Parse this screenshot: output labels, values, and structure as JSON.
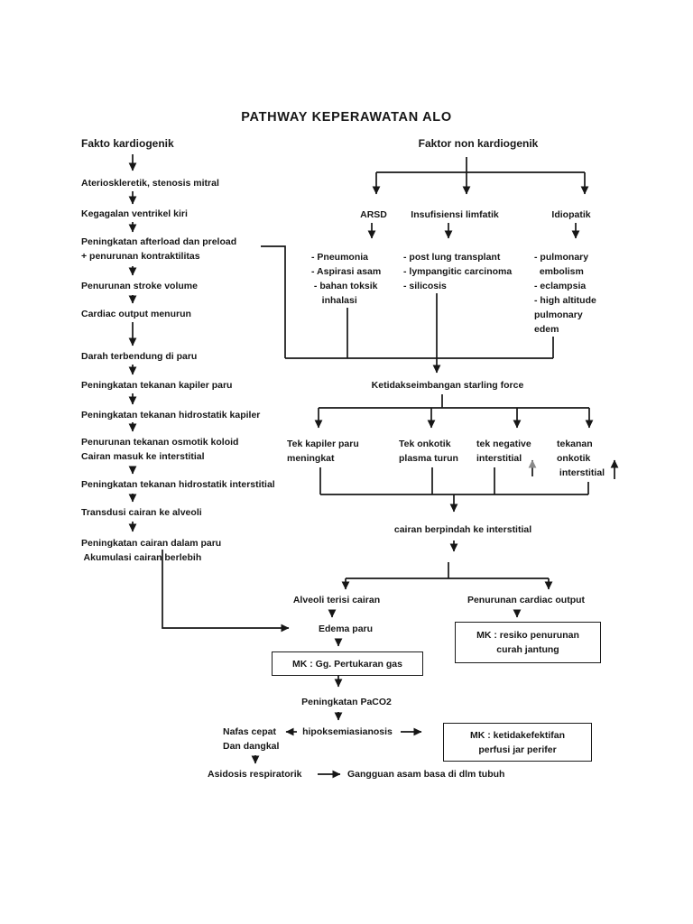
{
  "page": {
    "title": "PATHWAY KEPERAWATAN ALO"
  },
  "colors": {
    "text": "#161616",
    "line": "#161616",
    "box_border": "#1a1a1a",
    "background": "#ffffff",
    "faded_arrow": "#8a8a8a"
  },
  "cardiogenic": {
    "header": "Fakto kardiogenik",
    "steps": [
      "Aterioskleretik, stenosis mitral",
      "Kegagalan ventrikel kiri",
      "Peningkatan afterload dan preload\n+ penurunan kontraktilitas",
      "Penurunan stroke volume",
      "Cardiac output menurun",
      "Darah terbendung di paru",
      "Peningkatan tekanan kapiler paru",
      "Peningkatan tekanan hidrostatik kapiler",
      "Penurunan tekanan osmotik koloid\nCairan masuk ke interstitial",
      "Peningkatan tekanan hidrostatik interstitial",
      "Transdusi cairan ke alveoli",
      "Peningkatan cairan dalam paru\n Akumulasi cairan berlebih"
    ]
  },
  "non_cardiogenic": {
    "header": "Faktor non kardiogenik",
    "branches": [
      {
        "label": "ARSD",
        "causes": "- Pneumonia\n- Aspirasi asam\n - bahan toksik\n    inhalasi"
      },
      {
        "label": "Insufisiensi limfatik",
        "causes": "- post lung transplant\n- lympangitic carcinoma\n- silicosis"
      },
      {
        "label": "Idiopatik",
        "causes": "- pulmonary\n  embolism\n- eclampsia\n- high altitude\npulmonary\nedem"
      }
    ]
  },
  "starling": {
    "label": "Ketidakseimbangan starling force",
    "factors": [
      "Tek kapiler paru\nmeningkat",
      "Tek onkotik\nplasma turun",
      "tek negative\ninterstitial",
      "tekanan\nonkotik\n interstitial"
    ],
    "result": "cairan berpindah ke interstitial"
  },
  "outcomes": {
    "alveoli": "Alveoli terisi cairan",
    "edema": "Edema paru",
    "mk_gas": "MK : Gg. Pertukaran gas",
    "cardiac_output": "Penurunan cardiac output",
    "mk_cardiac": "MK : resiko penurunan\ncurah jantung",
    "paco2": "Peningkatan PaCO2",
    "breathing": "Nafas cepat\nDan dangkal",
    "hypoxemia": "hipoksemiasianosis",
    "mk_perfusion": "MK : ketidakefektifan\nperfusi jar perifer",
    "acidosis": "Asidosis respiratorik",
    "acid_base": "Gangguan asam basa di dlm tubuh"
  }
}
